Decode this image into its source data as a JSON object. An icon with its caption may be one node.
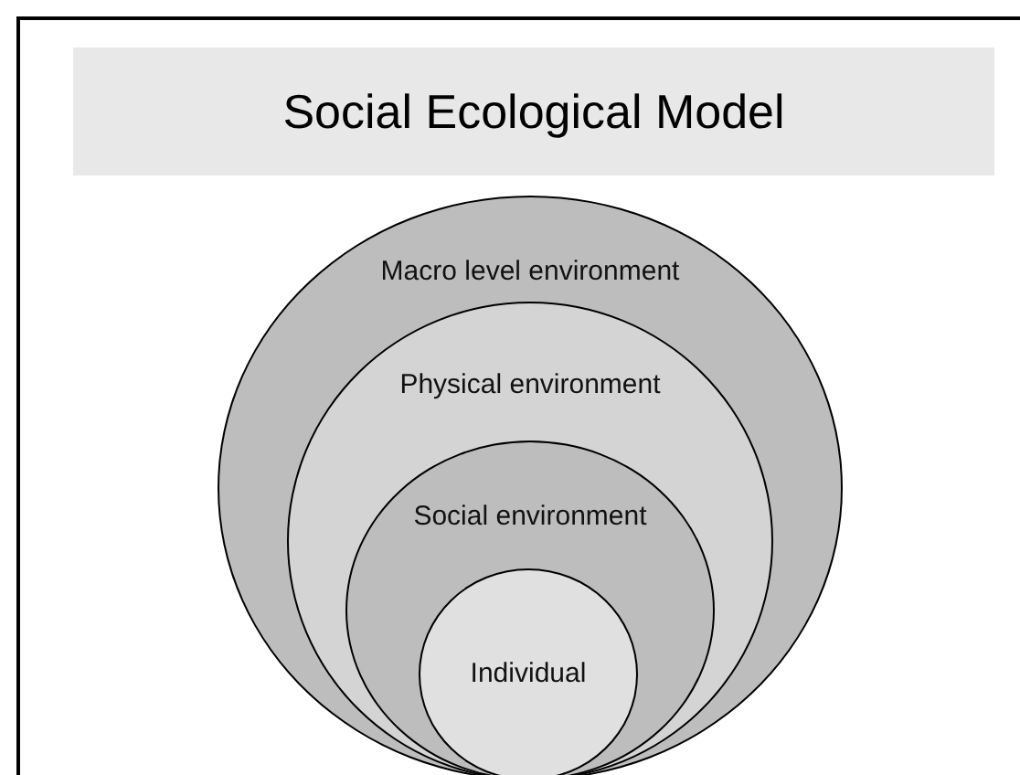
{
  "diagram": {
    "title": "Social Ecological Model",
    "nodes": [
      {
        "text": [
          "Macro level environment"
        ]
      },
      {
        "text": [
          "Physical environment"
        ],
        "in": 0
      },
      {
        "text": [
          "Social environment"
        ],
        "in": 1
      },
      {
        "text": [
          "Individual"
        ],
        "in": 2
      }
    ]
  }
}
